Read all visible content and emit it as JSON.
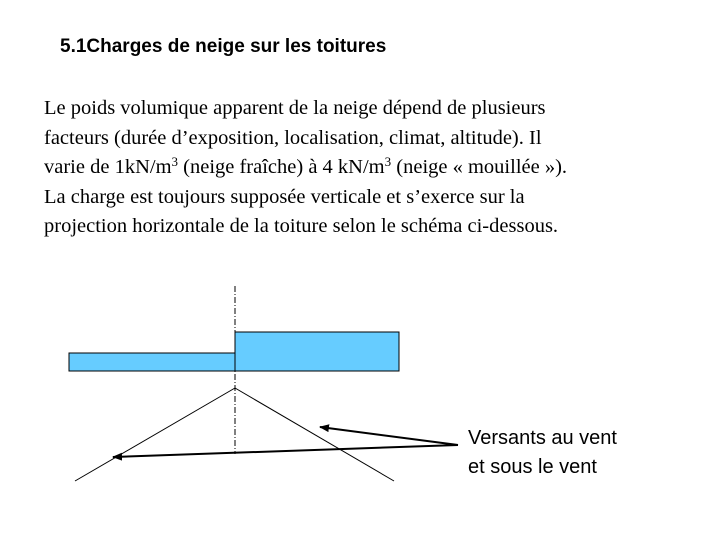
{
  "slide": {
    "title": "5.1Charges de neige sur les toitures"
  },
  "paragraph": {
    "line1": "Le poids volumique apparent de la neige dépend de plusieurs",
    "line2": "facteurs (durée d’exposition, localisation, climat, altitude). Il",
    "line3_part1": "varie de 1kN/m",
    "line3_sup1": "3",
    "line3_part2": " (neige fraîche) à 4 kN/m",
    "line3_sup2": "3",
    "line3_part3": " (neige « mouillée »).",
    "line4": "La charge est toujours supposée verticale et s’exerce sur la",
    "line5": "projection horizontale de la toiture selon le schéma ci-dessous."
  },
  "diagram": {
    "caption_line1": "Versants au vent",
    "caption_line2": "et sous le vent",
    "colors": {
      "snow_fill": "#66ccff",
      "stroke": "#000000"
    }
  }
}
